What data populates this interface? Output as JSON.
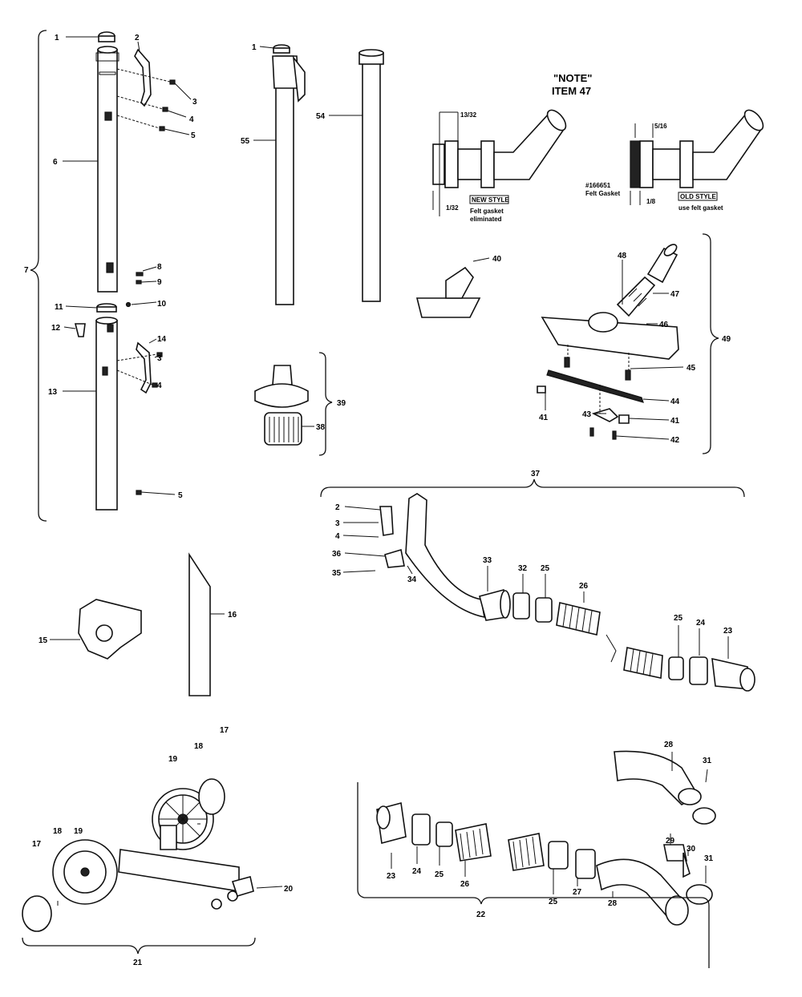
{
  "note": {
    "title": "\"NOTE\"",
    "item": "ITEM 47",
    "dim_new_top": "13/32",
    "dim_new_bottom": "1/32",
    "new_style_tag": "NEW STYLE",
    "new_style_text_1": "Felt gasket",
    "new_style_text_2": "eliminated",
    "dim_old_top": "5/16",
    "dim_old_bottom": "1/8",
    "felt_part_no": "#166651",
    "felt_label": "Felt Gasket",
    "old_style_tag": "OLD STYLE",
    "old_style_text": "use felt gasket"
  },
  "labels": {
    "wand_1": "1",
    "wand_2": "2",
    "wand_3": "3",
    "wand_4": "4",
    "wand_5": "5",
    "wand_6": "6",
    "wand_7": "7",
    "wand_8": "8",
    "wand_9": "9",
    "wand_10": "10",
    "wand_11": "11",
    "wand_12": "12",
    "wand_13": "13",
    "wand_14": "14",
    "wand_3b": "3",
    "wand_4b": "4",
    "wand_5b": "5",
    "p15": "15",
    "p16": "16",
    "p1b": "1",
    "p55": "55",
    "p54": "54",
    "p38": "38",
    "p39": "39",
    "p40": "40",
    "p48": "48",
    "p47": "47",
    "p46": "46",
    "p45": "45",
    "p44": "44",
    "p41a": "41",
    "p41b": "41",
    "p43": "43",
    "p42": "42",
    "p49": "49",
    "p37": "37",
    "h2": "2",
    "h3": "3",
    "h4": "4",
    "p36": "36",
    "p35": "35",
    "p34": "34",
    "p33": "33",
    "p32": "32",
    "p25a": "25",
    "p26a": "26",
    "p25b": "25",
    "p24a": "24",
    "p23a": "23",
    "p17a": "17",
    "p18a": "18",
    "p19a": "19",
    "p17b": "17",
    "p18b": "18",
    "p19b": "19",
    "p20": "20",
    "p21": "21",
    "p28a": "28",
    "p31a": "31",
    "p23b": "23",
    "p24b": "24",
    "p25c": "25",
    "p26b": "26",
    "p25d": "25",
    "p27": "27",
    "p28b": "28",
    "p29": "29",
    "p30": "30",
    "p31b": "31",
    "p22": "22"
  }
}
